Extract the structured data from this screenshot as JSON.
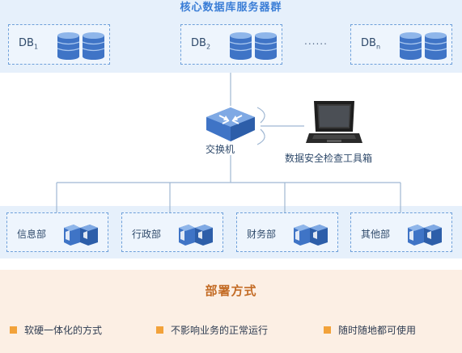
{
  "cluster": {
    "title": "核心数据库服务器群",
    "databases": [
      {
        "name": "DB",
        "sub": "1"
      },
      {
        "name": "DB",
        "sub": "2"
      },
      {
        "name": "DB",
        "sub": "n"
      }
    ],
    "ellipsis": "......"
  },
  "network": {
    "switch_label": "交换机",
    "tool_label": "数据安全检查工具箱"
  },
  "departments": [
    "信息部",
    "行政部",
    "财务部",
    "其他部"
  ],
  "deployment": {
    "title": "部署方式",
    "features": [
      "软硬一体化的方式",
      "不影响业务的正常运行",
      "随时随地都可使用"
    ]
  },
  "colors": {
    "accent_blue": "#3a7dd6",
    "band_blue": "#e6f0fb",
    "band_orange": "#fcefe4",
    "bullet_orange": "#f2a23a"
  }
}
